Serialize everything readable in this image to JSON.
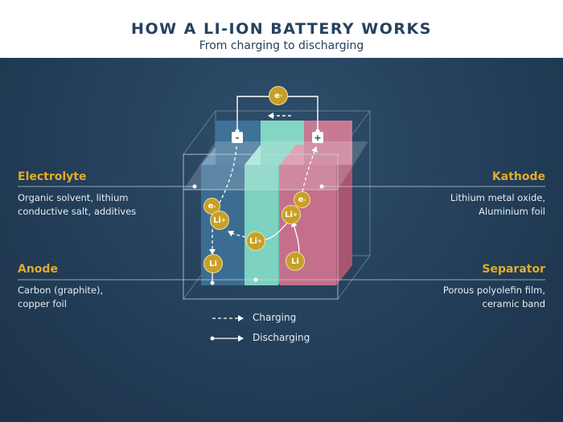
{
  "header": {
    "title": "HOW A LI-ION BATTERY WORKS",
    "subtitle": "From charging to discharging"
  },
  "labels": {
    "electrolyte": {
      "title": "Electrolyte",
      "desc": "Organic solvent, lithium conductive salt, additives"
    },
    "anode": {
      "title": "Anode",
      "desc": "Carbon (graphite), copper foil"
    },
    "kathode": {
      "title": "Kathode",
      "desc": "Lithium metal oxide, Aluminium foil"
    },
    "separator": {
      "title": "Separator",
      "desc": "Porous polyolefin film, ceramic band"
    }
  },
  "diagram": {
    "electron": "e",
    "charge_sign": "-",
    "lithium_ion": "Li",
    "ion_sign": "+",
    "lithium": "Li",
    "minus_terminal": "-",
    "plus_terminal": "+"
  },
  "legend": {
    "charging": "Charging",
    "discharging": "Discharging"
  },
  "colors": {
    "background": "#233e58",
    "accent": "#e2ac2a",
    "anode": "#3b6d92",
    "separator": "#7ed2c0",
    "kathode": "#c4708b"
  }
}
